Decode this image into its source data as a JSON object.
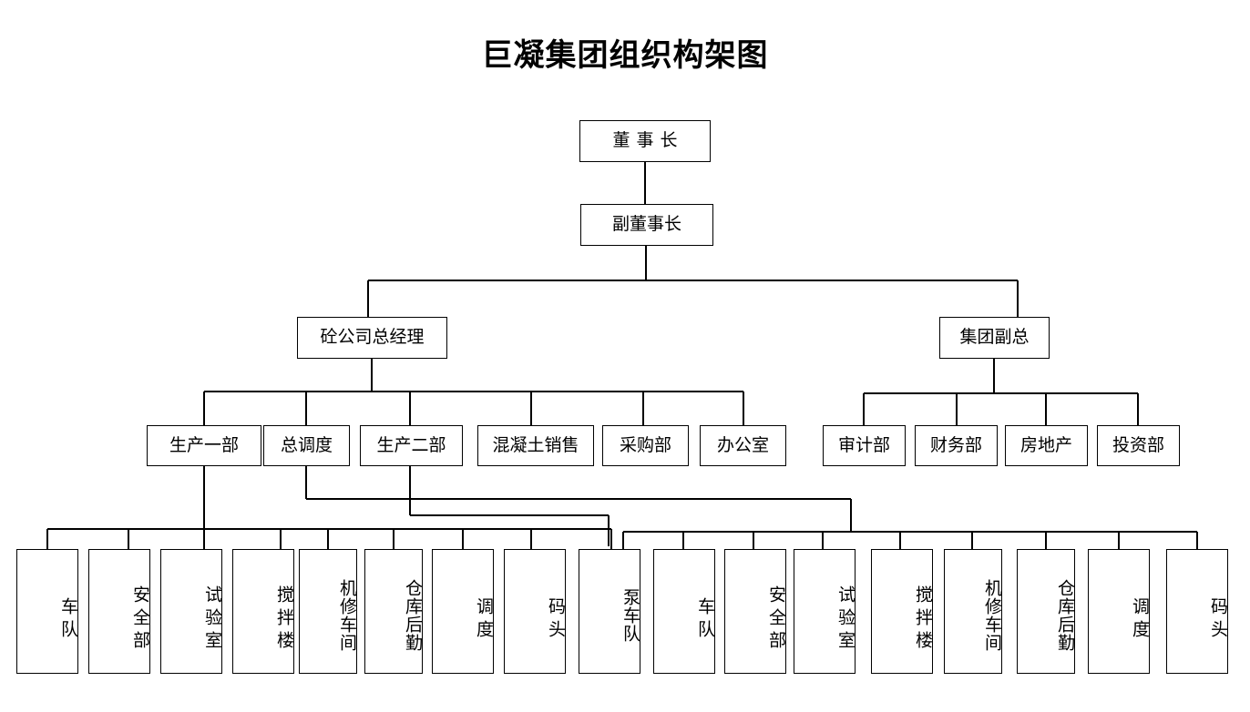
{
  "title": "巨凝集团组织构架图",
  "nodes": {
    "chairman": "董事长",
    "vice_chairman": "副董事长",
    "concrete_gm": "砼公司总经理",
    "group_vp": "集团副总"
  },
  "left_departments": [
    {
      "label": "生产一部"
    },
    {
      "label": "总调度"
    },
    {
      "label": "生产二部"
    },
    {
      "label": "混凝土销售"
    },
    {
      "label": "采购部"
    },
    {
      "label": "办公室"
    }
  ],
  "right_departments": [
    {
      "label": "审计部"
    },
    {
      "label": "财务部"
    },
    {
      "label": "房地产"
    },
    {
      "label": "投资部"
    }
  ],
  "unit_group_left": [
    {
      "label": "车队"
    },
    {
      "label": "安全部"
    },
    {
      "label": "试验室"
    },
    {
      "label": "搅拌楼"
    },
    {
      "label": "机修车间"
    },
    {
      "label": "仓库后勤"
    },
    {
      "label": "调度"
    },
    {
      "label": "码头"
    }
  ],
  "unit_group_right": [
    {
      "label": "泵车队"
    },
    {
      "label": "车队"
    },
    {
      "label": "安全部"
    },
    {
      "label": "试验室"
    },
    {
      "label": "搅拌楼"
    },
    {
      "label": "机修车间"
    },
    {
      "label": "仓库后勤"
    },
    {
      "label": "调度"
    },
    {
      "label": "码头"
    }
  ],
  "colors": {
    "line": "#000000",
    "box_border": "#000000",
    "background": "#ffffff",
    "text": "#000000"
  }
}
